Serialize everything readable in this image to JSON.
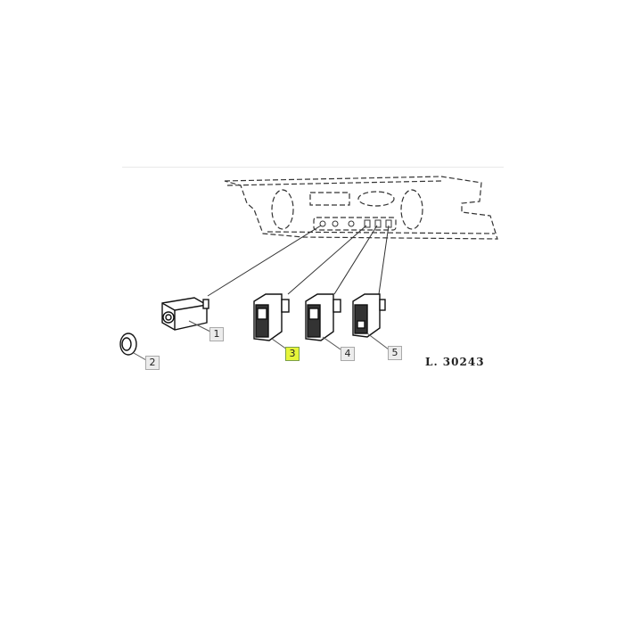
{
  "diagram": {
    "type": "exploded-parts-diagram",
    "subject": "dashboard switch panel",
    "reference_label": "L. 30243",
    "highlight_color": "#e6f53a",
    "callout_bg": "#ececec",
    "callouts": [
      {
        "id": "1",
        "label": "1",
        "part": "indicator lamp / pull switch",
        "active": false
      },
      {
        "id": "2",
        "label": "2",
        "part": "knob",
        "active": false
      },
      {
        "id": "3",
        "label": "3",
        "part": "rocker switch",
        "active": true
      },
      {
        "id": "4",
        "label": "4",
        "part": "rocker switch",
        "active": false
      },
      {
        "id": "5",
        "label": "5",
        "part": "rocker switch",
        "active": false
      }
    ]
  }
}
